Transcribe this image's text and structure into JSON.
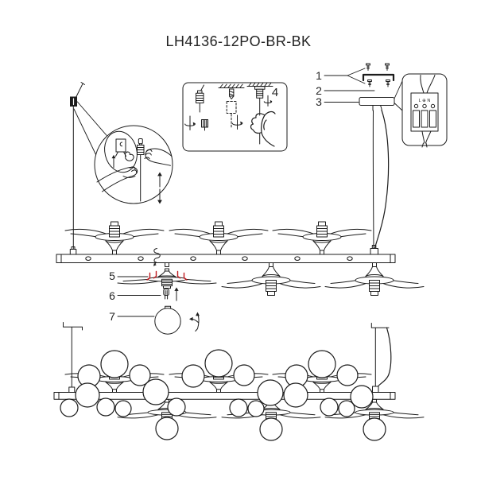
{
  "title": "LH4136-12PO-BR-BK",
  "colors": {
    "background": "#ffffff",
    "line": "#1c1c1c",
    "red_mark": "#c0191e"
  },
  "callout_labels": {
    "part_1": "1",
    "part_2": "2",
    "part_3": "3",
    "step_box": "4",
    "part_5": "5",
    "part_6": "6",
    "part_7": "7"
  },
  "terminal_block_marks": "L ⊕ N",
  "icons": {
    "rotation_arrow": "⟲",
    "up_arrow": "↑",
    "down_arrow": "↓",
    "insert_turn_arrow": "↰",
    "screw_motion_spiral": "§",
    "hand": "✋"
  }
}
